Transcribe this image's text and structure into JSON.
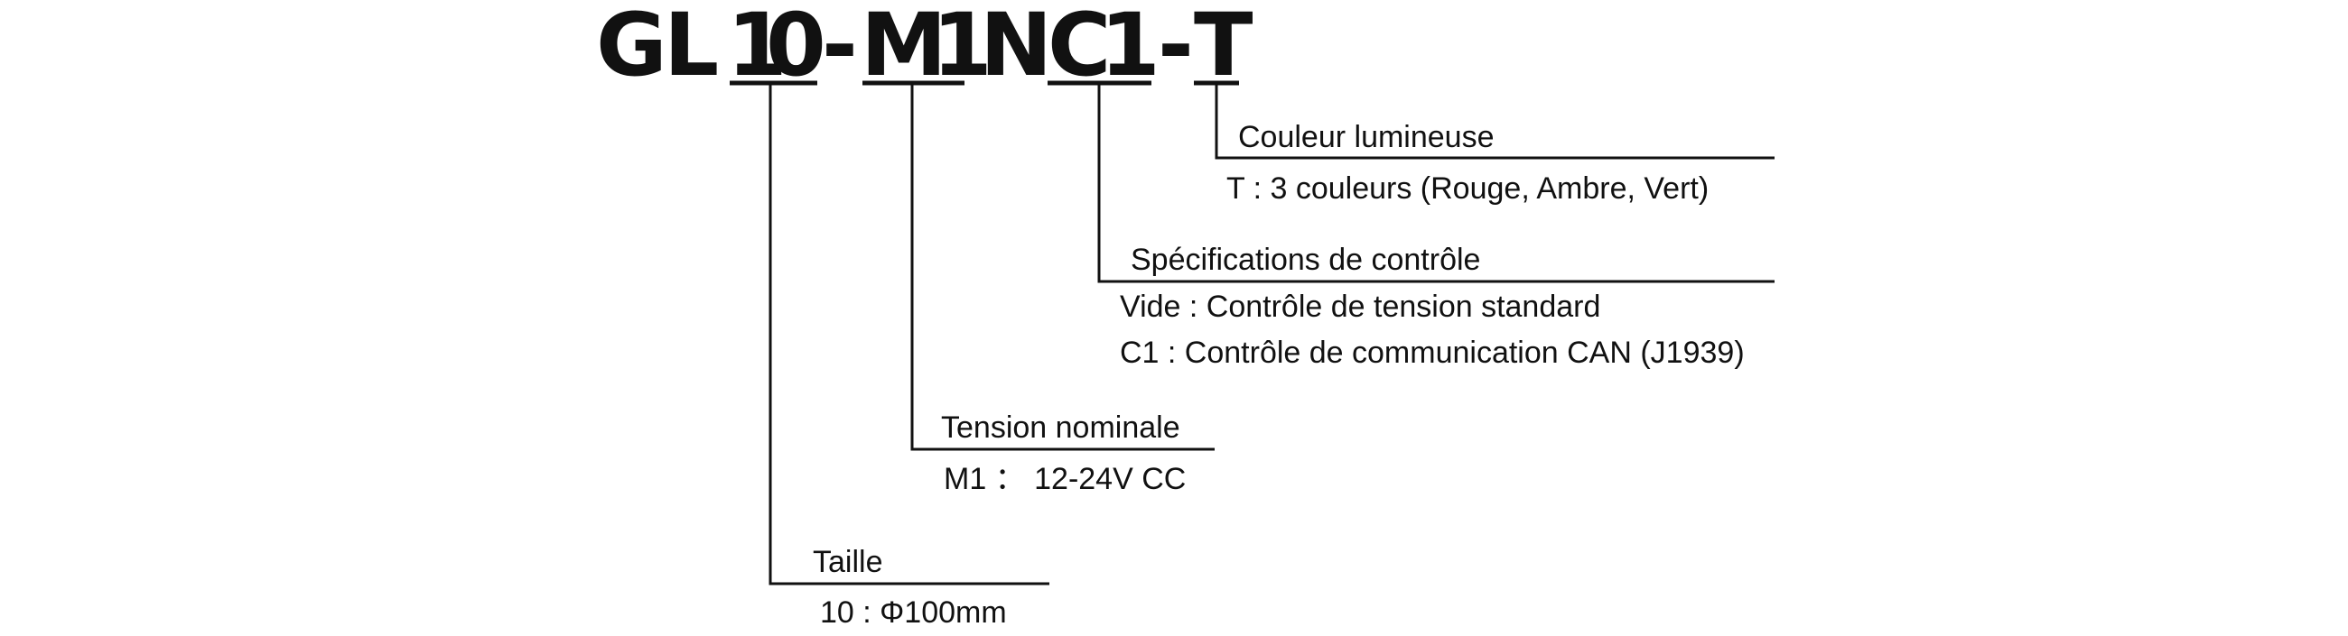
{
  "model_code": {
    "chars": [
      "G",
      "L",
      "1",
      "0",
      "-",
      "M",
      "1",
      "N",
      "C",
      "1",
      "-",
      "T"
    ]
  },
  "callouts": {
    "color": {
      "title": "Couleur lumineuse",
      "lines": [
        "T : 3 couleurs (Rouge, Ambre, Vert)"
      ]
    },
    "control": {
      "title": "Spécifications de contrôle",
      "lines": [
        "Vide : Contrôle de tension standard",
        "C1 : Contrôle de communication CAN (J1939)"
      ]
    },
    "voltage": {
      "title": "Tension nominale",
      "lines": [
        "M1 ： 12-24V CC"
      ]
    },
    "size": {
      "title": "Taille",
      "lines": [
        "10 : Φ100mm"
      ]
    }
  }
}
